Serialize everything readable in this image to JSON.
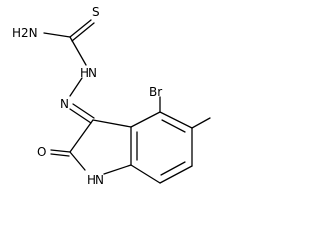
{
  "atoms": {
    "thioamide_nh2": "H2N",
    "thio_sulfur": "S",
    "hydrazone_nh": "N",
    "hydrazone_nh_h": "H",
    "imine_n": "N",
    "bromine": "Br",
    "carbonyl_o": "O",
    "ring_nh": "HN",
    "ring_nh_h": "H",
    "ring_nh_n": "N"
  },
  "colors": {
    "bond": "#000000",
    "label": "#000000",
    "background": "#ffffff"
  }
}
